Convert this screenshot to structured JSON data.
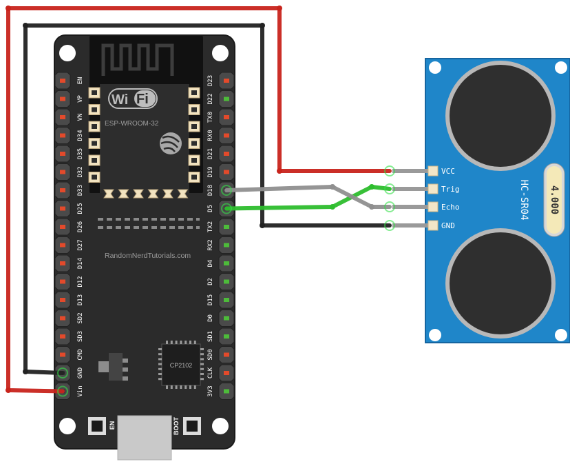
{
  "esp32": {
    "module_name": "ESP-WROOM-32",
    "wifi_logo_text": [
      "Wi",
      "Fi"
    ],
    "watermark": "RandomNerdTutorials.com",
    "usb_chip": "CP2102",
    "button_en": "EN",
    "button_boot": "BOOT",
    "left_pins": [
      {
        "label": "EN",
        "color": "#e34a2b"
      },
      {
        "label": "VP",
        "color": "#e34a2b"
      },
      {
        "label": "VN",
        "color": "#e34a2b"
      },
      {
        "label": "D34",
        "color": "#e34a2b"
      },
      {
        "label": "D35",
        "color": "#e34a2b"
      },
      {
        "label": "D32",
        "color": "#e34a2b"
      },
      {
        "label": "D33",
        "color": "#e34a2b"
      },
      {
        "label": "D25",
        "color": "#e34a2b"
      },
      {
        "label": "D26",
        "color": "#e34a2b"
      },
      {
        "label": "D27",
        "color": "#e34a2b"
      },
      {
        "label": "D14",
        "color": "#e34a2b"
      },
      {
        "label": "D12",
        "color": "#e34a2b"
      },
      {
        "label": "D13",
        "color": "#e34a2b"
      },
      {
        "label": "SD2",
        "color": "#e34a2b"
      },
      {
        "label": "SD3",
        "color": "#e34a2b"
      },
      {
        "label": "CMD",
        "color": "#e34a2b"
      },
      {
        "label": "GND",
        "color": "#3a3a3a"
      },
      {
        "label": "Vin",
        "color": "#3a3a3a"
      }
    ],
    "right_pins": [
      {
        "label": "D23",
        "color": "#e34a2b"
      },
      {
        "label": "D22",
        "color": "#4dbb3a"
      },
      {
        "label": "TX0",
        "color": "#e34a2b"
      },
      {
        "label": "RX0",
        "color": "#e34a2b"
      },
      {
        "label": "D21",
        "color": "#e34a2b"
      },
      {
        "label": "D19",
        "color": "#e34a2b"
      },
      {
        "label": "D18",
        "color": "#3a3a3a"
      },
      {
        "label": "D5",
        "color": "#3a3a3a"
      },
      {
        "label": "TX2",
        "color": "#4dbb3a"
      },
      {
        "label": "RX2",
        "color": "#4dbb3a"
      },
      {
        "label": "D4",
        "color": "#4dbb3a"
      },
      {
        "label": "D2",
        "color": "#4dbb3a"
      },
      {
        "label": "D15",
        "color": "#4dbb3a"
      },
      {
        "label": "D0",
        "color": "#4dbb3a"
      },
      {
        "label": "SD1",
        "color": "#4dbb3a"
      },
      {
        "label": "SD0",
        "color": "#e34a2b"
      },
      {
        "label": "CLK",
        "color": "#e34a2b"
      },
      {
        "label": "3V3",
        "color": "#4dbb3a"
      }
    ]
  },
  "sensor": {
    "name": "HC-SR04",
    "badge": "4.000",
    "pins": [
      {
        "label": "VCC"
      },
      {
        "label": "Trig"
      },
      {
        "label": "Echo"
      },
      {
        "label": "GND"
      }
    ]
  },
  "wires": [
    {
      "from": "Vin",
      "to": "VCC",
      "color": "#c8241c"
    },
    {
      "from": "GND",
      "to": "GND",
      "color": "#222222"
    },
    {
      "from": "D5",
      "to": "Trig",
      "color": "#2dbd2d"
    },
    {
      "from": "D18",
      "to": "Echo",
      "color": "#8f8f8f"
    }
  ]
}
